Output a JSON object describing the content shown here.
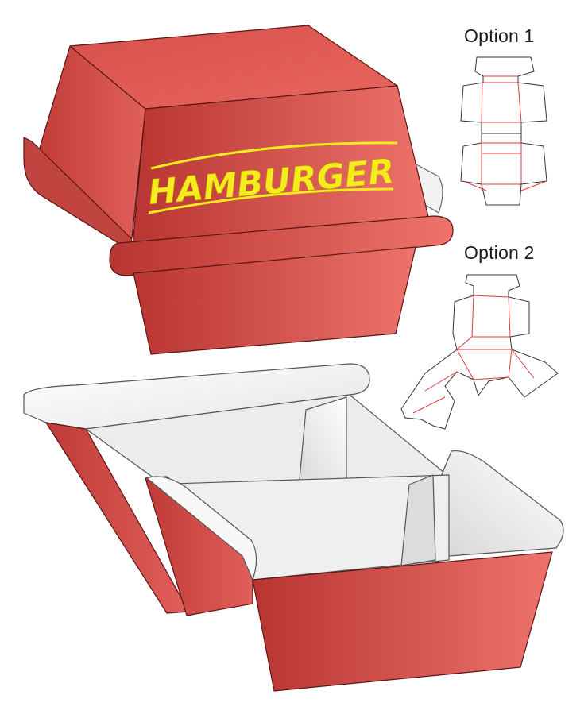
{
  "lid_text": "HAMBURGER",
  "options": [
    {
      "label": "Option 1"
    },
    {
      "label": "Option 2"
    }
  ],
  "colors": {
    "box_red_dark": "#b83532",
    "box_red": "#d9534f",
    "box_red_light": "#ee736c",
    "logo_yellow": "#f4ec1c",
    "inside_white": "#f3f3f3",
    "outline": "#5a1515",
    "dieline_red": "#e23a3a",
    "dieline_black": "#333333"
  },
  "icons": [
    "hamburger-box-lid",
    "hamburger-box-tray",
    "dieline-option-1",
    "dieline-option-2"
  ]
}
